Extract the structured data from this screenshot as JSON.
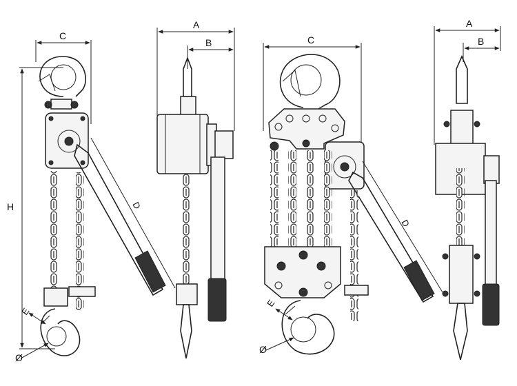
{
  "figures": [
    {
      "id": "small-hoist",
      "labels": {
        "c": "C",
        "h": "H",
        "d": "D",
        "e": "E",
        "phi": "Ø"
      }
    },
    {
      "id": "small-hoist-side",
      "labels": {
        "a": "A",
        "b": "B"
      }
    },
    {
      "id": "large-hoist",
      "labels": {
        "c": "C",
        "d": "D",
        "e": "E",
        "phi": "Ø"
      }
    },
    {
      "id": "large-hoist-side",
      "labels": {
        "a": "A",
        "b": "B"
      }
    }
  ],
  "colors": {
    "line": "#222222",
    "background": "#ffffff"
  }
}
